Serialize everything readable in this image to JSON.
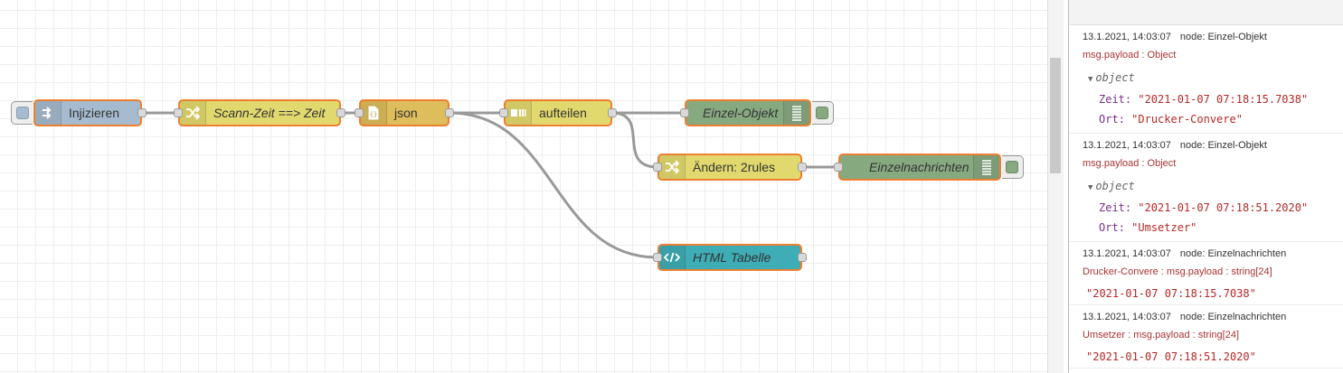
{
  "flow": {
    "nodes": {
      "inject": {
        "label": "Injizieren",
        "color": "#a6bbcf",
        "icon": "arrow-in-icon"
      },
      "change1": {
        "label": "Scann-Zeit ==> Zeit",
        "color": "#e2d96e",
        "icon": "shuffle-icon"
      },
      "json": {
        "label": "json",
        "color": "#debd5c",
        "icon": "json-icon"
      },
      "split": {
        "label": "aufteilen",
        "color": "#e2d96e",
        "icon": "split-icon"
      },
      "debug1": {
        "label": "Einzel-Objekt",
        "color": "#87a980",
        "icon": "debug-list-icon"
      },
      "change2": {
        "label": "Ändern: 2rules",
        "color": "#e2d96e",
        "icon": "shuffle-icon"
      },
      "debug2": {
        "label": "Einzelnachrichten",
        "color": "#87a980",
        "icon": "debug-list-icon"
      },
      "template": {
        "label": "HTML Tabelle",
        "color": "#3fadb5",
        "icon": "code-icon"
      }
    },
    "accent": "#ee7f30"
  },
  "debug": {
    "messages": [
      {
        "time": "13.1.2021, 14:03:07",
        "node": "node: Einzel-Objekt",
        "topic": "msg.payload : Object",
        "object_label": "object",
        "props": [
          {
            "key": "Zeit",
            "value": "\"2021-01-07 07:18:15.7038\""
          },
          {
            "key": "Ort",
            "value": "\"Drucker-Convere\""
          }
        ]
      },
      {
        "time": "13.1.2021, 14:03:07",
        "node": "node: Einzel-Objekt",
        "topic": "msg.payload : Object",
        "object_label": "object",
        "props": [
          {
            "key": "Zeit",
            "value": "\"2021-01-07 07:18:51.2020\""
          },
          {
            "key": "Ort",
            "value": "\"Umsetzer\""
          }
        ]
      },
      {
        "time": "13.1.2021, 14:03:07",
        "node": "node: Einzelnachrichten",
        "topic": "Drucker-Convere : msg.payload : string[24]",
        "value": "\"2021-01-07 07:18:15.7038\""
      },
      {
        "time": "13.1.2021, 14:03:07",
        "node": "node: Einzelnachrichten",
        "topic": "Umsetzer : msg.payload : string[24]",
        "value": "\"2021-01-07 07:18:51.2020\""
      }
    ]
  }
}
